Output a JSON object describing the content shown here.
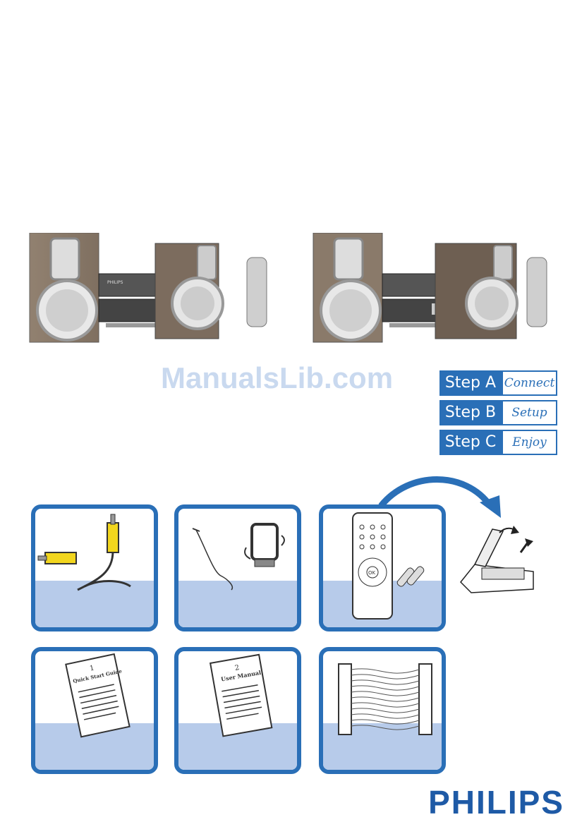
{
  "watermark": "ManualsLib.com",
  "steps": [
    {
      "label": "Step A",
      "action": "Connect"
    },
    {
      "label": "Step B",
      "action": "Setup"
    },
    {
      "label": "Step C",
      "action": "Enjoy"
    }
  ],
  "accessories": {
    "quick_start_guide": {
      "number": "1",
      "title": "Quick Start Guide"
    },
    "user_manual": {
      "number": "2",
      "title": "User Manual"
    },
    "remote_ok": "OK"
  },
  "brand": "PHILIPS",
  "device_brand": "PHILIPS",
  "colors": {
    "accent": "#2a6fb7",
    "panel_fill": "#b7cbea",
    "watermark": "#c9d9ef"
  }
}
